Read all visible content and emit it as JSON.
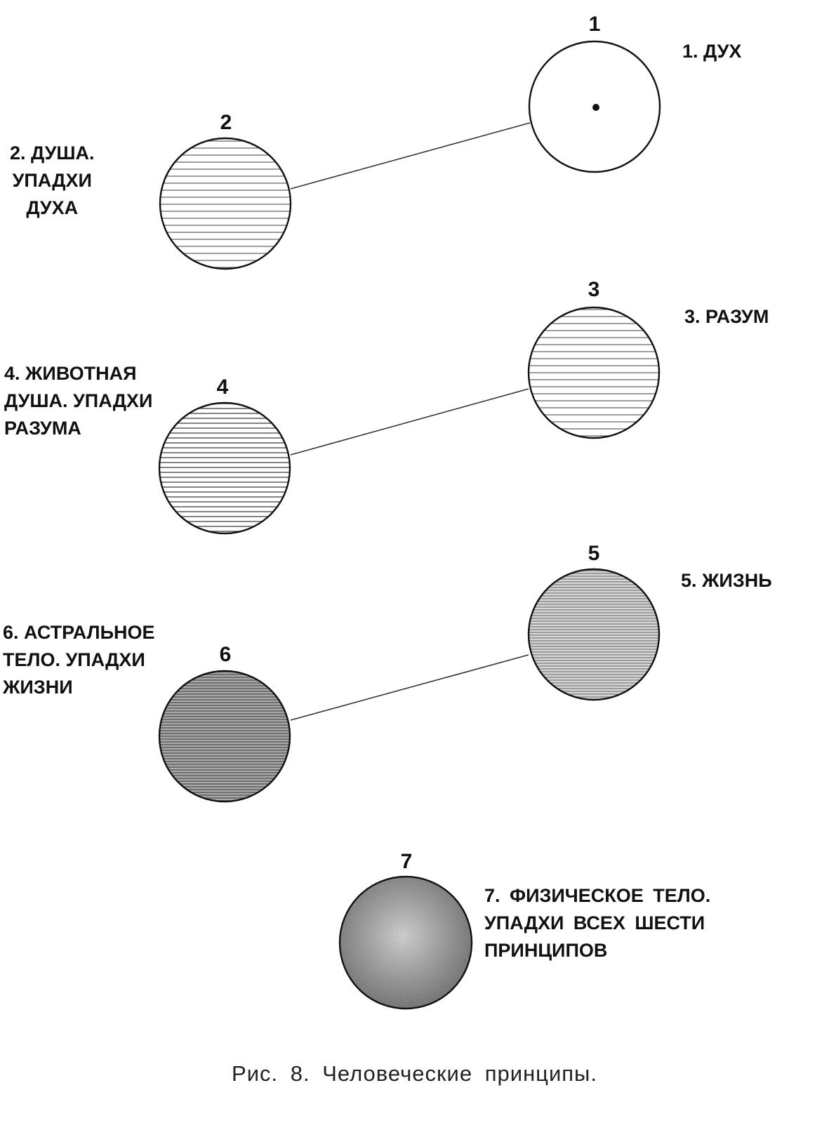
{
  "figure": {
    "caption": "Рис. 8. Человеческие принципы.",
    "principles": [
      {
        "number": "1",
        "label_lines": [
          "1. ДУХ"
        ],
        "fill": "empty",
        "has_center_dot": true
      },
      {
        "number": "2",
        "label_lines": [
          "2. ДУША.",
          "УПАДХИ",
          "ДУХА"
        ],
        "fill": "sparse-hatch"
      },
      {
        "number": "3",
        "label_lines": [
          "3. РАЗУМ"
        ],
        "fill": "sparse-hatch"
      },
      {
        "number": "4",
        "label_lines": [
          "4. ЖИВОТНАЯ",
          "ДУША. УПАДХИ",
          "РАЗУМА"
        ],
        "fill": "medium-hatch"
      },
      {
        "number": "5",
        "label_lines": [
          "5. ЖИЗНЬ"
        ],
        "fill": "dense-hatch"
      },
      {
        "number": "6",
        "label_lines": [
          "6. АСТРАЛЬНОЕ",
          "ТЕЛО. УПАДХИ",
          "ЖИЗНИ"
        ],
        "fill": "dark-hatch"
      },
      {
        "number": "7",
        "label_lines": [
          "7. ФИЗИЧЕСКОЕ ТЕЛО.",
          "УПАДХИ ВСЕХ ШЕСТИ",
          "ПРИНЦИПОВ"
        ],
        "fill": "stipple"
      }
    ],
    "connections": [
      [
        "1",
        "2"
      ],
      [
        "3",
        "4"
      ],
      [
        "5",
        "6"
      ]
    ],
    "colors": {
      "ink": "#111111",
      "hatch_light": "#666666",
      "hatch_dark": "#888888",
      "dark_fill": "#8c8c8c"
    }
  }
}
